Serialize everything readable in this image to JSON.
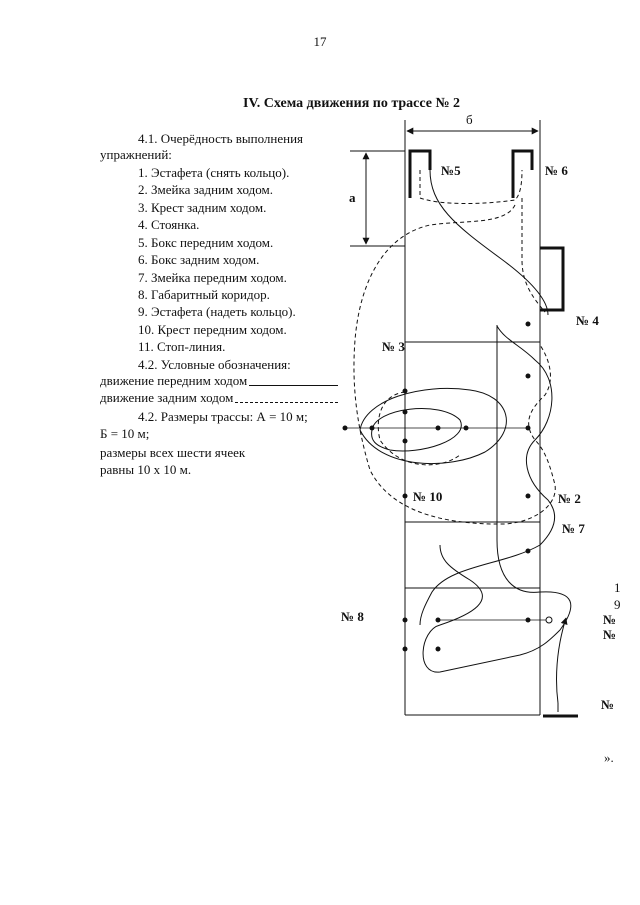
{
  "page_number": "17",
  "title": "IV. Схема движения по трассе № 2",
  "text": {
    "s1_head": "4.1. Очерёдность выполнения",
    "s1_head2": "упражнений:",
    "items": [
      "1. Эстафета (снять кольцо).",
      "2. Змейка задним ходом.",
      "3. Крест задним ходом.",
      "4. Стоянка.",
      "5. Бокс передним ходом.",
      "6. Бокс задним ходом.",
      "7. Змейка передним ходом.",
      "8. Габаритный коридор.",
      "9. Эстафета (надеть кольцо).",
      "10. Крест передним ходом.",
      "11. Стоп-линия."
    ],
    "s2_head": "4.2. Условные обозначения:",
    "legend_solid": "движение передним ходом",
    "legend_dashed": "движение задним ходом",
    "s3_head": "4.2. Размеры трассы: А = 10 м;",
    "s3_b": "Б = 10 м;",
    "s3_note1": "размеры всех шести ячеек",
    "s3_note2": "равны 10 х 10 м."
  },
  "diagram": {
    "dim_b": "б",
    "dim_a": "а",
    "labels": {
      "n5": "№5",
      "n6": "№ 6",
      "n4": "№ 4",
      "n3": "№ 3",
      "n10": "№ 10",
      "n2": "№ 2",
      "n7": "№ 7",
      "n8": "№ 8",
      "r1": "1",
      "r9": "9",
      "rn1": "№",
      "rn2": "№",
      "rn3": "№"
    },
    "trailing_mark": "».",
    "line_color": "#111111"
  }
}
